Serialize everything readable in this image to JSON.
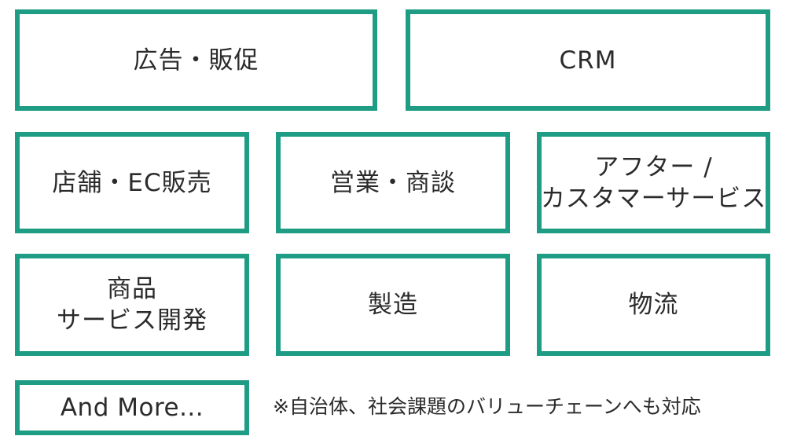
{
  "boxes": {
    "advertising": "広告・販促",
    "crm": "CRM",
    "store_ec": "店舗・EC販売",
    "sales": "営業・商談",
    "after_service": [
      "アフター /",
      "カスタマーサービス"
    ],
    "product_dev": [
      "商品",
      "サービス開発"
    ],
    "manufacturing": "製造",
    "logistics": "物流",
    "and_more": "And More..."
  },
  "note": "※自治体、社会課題のバリューチェーンへも対応",
  "colors": {
    "border": "#1f9c84",
    "text": "#2b2b2b",
    "background": "#ffffff"
  }
}
